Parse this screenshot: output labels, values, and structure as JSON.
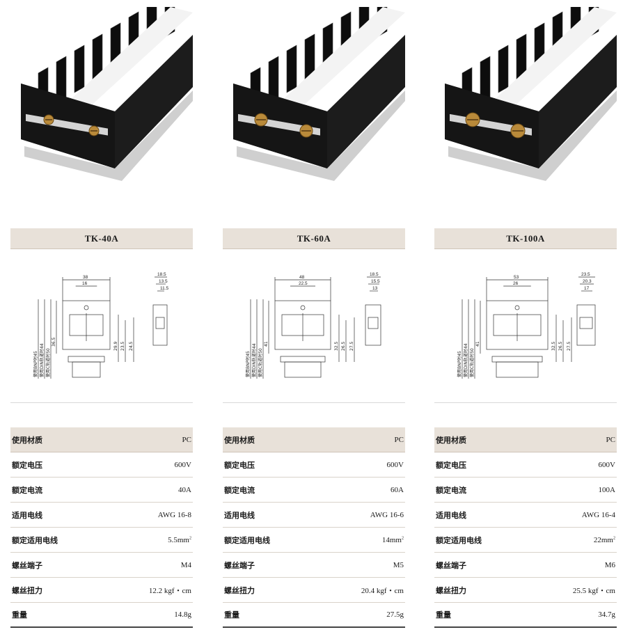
{
  "labels": {
    "material": "使用材质",
    "voltage": "额定电压",
    "current": "额定电流",
    "wire": "适用电线",
    "rated_wire": "额定适用电线",
    "screw": "螺丝端子",
    "torque": "螺丝扭力",
    "weight": "重量"
  },
  "drawing_labels": {
    "bnp": "使用BNP时",
    "din": "使用DIN轨道时",
    "rail": "使用C轨道时"
  },
  "colors": {
    "band": "#e8e1d9",
    "body": "#1a1a1a",
    "marker": "#f2f2f2",
    "brass": "#b98a3a"
  },
  "products": [
    {
      "model": "TK-40A",
      "material": "PC",
      "voltage": "600V",
      "current": "40A",
      "wire": "AWG 16-8",
      "rated_wire_num": "5.5mm",
      "rated_wire_sup": "2",
      "screw": "M4",
      "torque": "12.2 kgf・cm",
      "weight": "14.8g",
      "dims": {
        "width": "38",
        "pitch": "16",
        "bnp": "45",
        "din": "44",
        "rail": "50",
        "h1": "36.5",
        "d1": "29.9",
        "d2": "23.5",
        "d3": "24.5",
        "t1": "18.5",
        "t2": "13.5",
        "t3": "11.5"
      }
    },
    {
      "model": "TK-60A",
      "material": "PC",
      "voltage": "600V",
      "current": "60A",
      "wire": "AWG 16-6",
      "rated_wire_num": "14mm",
      "rated_wire_sup": "2",
      "screw": "M5",
      "torque": "20.4 kgf・cm",
      "weight": "27.5g",
      "dims": {
        "width": "48",
        "pitch": "22.5",
        "bnp": "45",
        "din": "44",
        "rail": "50",
        "h1": "41",
        "d1": "32.5",
        "d2": "26.5",
        "d3": "27.5",
        "t1": "18.5",
        "t2": "15.5",
        "t3": "13"
      }
    },
    {
      "model": "TK-100A",
      "material": "PC",
      "voltage": "600V",
      "current": "100A",
      "wire": "AWG 16-4",
      "rated_wire_num": "22mm",
      "rated_wire_sup": "2",
      "screw": "M6",
      "torque": "25.5 kgf・cm",
      "weight": "34.7g",
      "dims": {
        "width": "53",
        "pitch": "26",
        "bnp": "45",
        "din": "44",
        "rail": "50",
        "h1": "41",
        "d1": "32.5",
        "d2": "26.5",
        "d3": "27.5",
        "t1": "23.5",
        "t2": "20.3",
        "t3": "17"
      }
    }
  ]
}
